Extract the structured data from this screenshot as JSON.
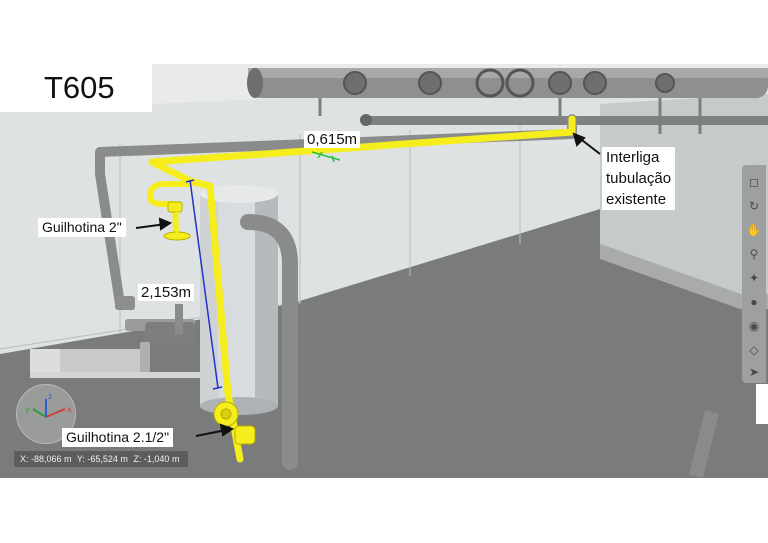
{
  "slide": {
    "title": "T605"
  },
  "annotations": {
    "guilhotina_2": "Guilhotina 2\"",
    "guilhotina_2_1_2": "Guilhotina 2.1/2\"",
    "interliga_line1": "Interliga",
    "interliga_line2": "tubulação",
    "interliga_line3": "existente"
  },
  "dimensions": {
    "horizontal": "0,615m",
    "vertical": "2,153m"
  },
  "coordinates": {
    "x": "X: -88,066 m",
    "y": "Y: -65,524 m",
    "z": "Z: -1,040 m"
  },
  "navigator": {
    "axes": [
      "x",
      "y",
      "z"
    ]
  },
  "toolbar": {
    "tools": [
      "view-cube-icon",
      "orbit-icon",
      "pan-hand-icon",
      "zoom-icon",
      "fit-icon",
      "walk-icon",
      "look-icon",
      "section-icon",
      "select-arrow-icon"
    ]
  },
  "colors": {
    "pipe_new": "#f5ee1c",
    "pipe_existing": "#8e9090",
    "dimension_line": "#2233cc",
    "dimension_arrow": "#22c43a",
    "floor": "#7b7d7d",
    "wall": "#dcdfe0"
  }
}
